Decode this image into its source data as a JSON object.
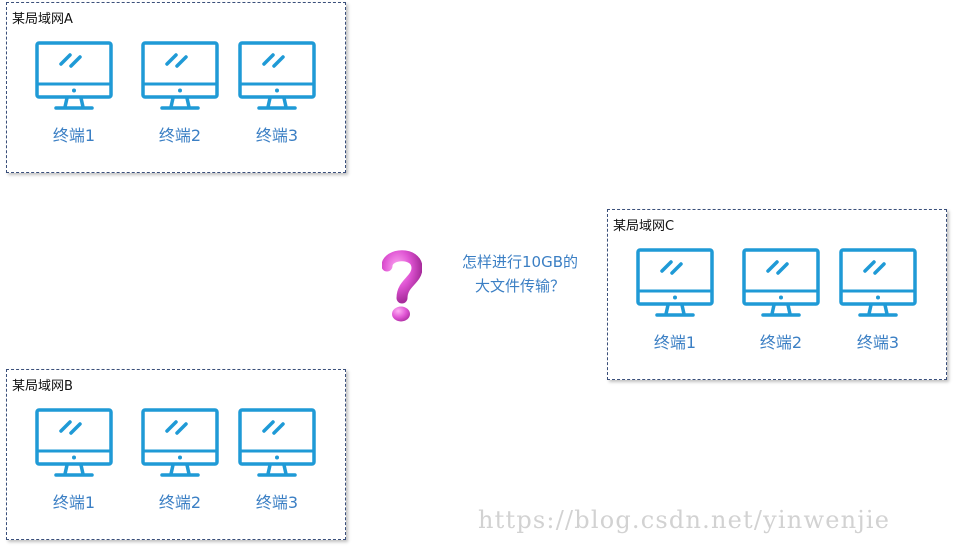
{
  "lans": [
    {
      "label": "某局域网A",
      "terminals": [
        {
          "label": "终端1"
        },
        {
          "label": "终端2"
        },
        {
          "label": "终端3"
        }
      ]
    },
    {
      "label": "某局域网B",
      "terminals": [
        {
          "label": "终端1"
        },
        {
          "label": "终端2"
        },
        {
          "label": "终端3"
        }
      ]
    },
    {
      "label": "某局域网C",
      "terminals": [
        {
          "label": "终端1"
        },
        {
          "label": "终端2"
        },
        {
          "label": "终端3"
        }
      ]
    }
  ],
  "question": {
    "icon": "question-mark-icon",
    "line1": "怎样进行10GB的",
    "line2": "大文件传输？"
  },
  "watermark": "https://blog.csdn.net/yinwenjie",
  "colors": {
    "monitor": "#1f9ad6",
    "label": "#3b7fc4",
    "border": "#3a4f7a",
    "question_mark": "#e050d0"
  }
}
